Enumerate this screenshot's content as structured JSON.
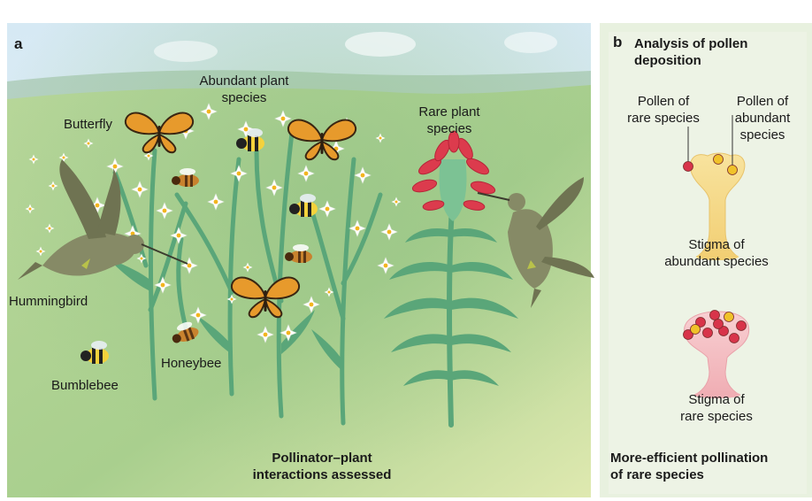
{
  "panel_a": {
    "letter": "a",
    "labels": {
      "butterfly": "Butterfly",
      "abundant_line1": "Abundant plant",
      "abundant_line2": "species",
      "rare_line1": "Rare plant",
      "rare_line2": "species",
      "hummingbird": "Hummingbird",
      "bumblebee": "Bumblebee",
      "honeybee": "Honeybee"
    },
    "caption_line1": "Pollinator–plant",
    "caption_line2": "interactions assessed"
  },
  "panel_b": {
    "letter": "b",
    "title_line1": "Analysis of pollen",
    "title_line2": "deposition",
    "pollen_rare_line1": "Pollen of",
    "pollen_rare_line2": "rare species",
    "pollen_abundant_line1": "Pollen of",
    "pollen_abundant_line2": "abundant",
    "pollen_abundant_line3": "species",
    "stigma_abundant_line1": "Stigma of",
    "stigma_abundant_line2": "abundant species",
    "stigma_rare_line1": "Stigma of",
    "stigma_rare_line2": "rare species",
    "caption_line1": "More-efficient pollination",
    "caption_line2": "of rare species"
  },
  "colors": {
    "pollen_rare": "#d8344a",
    "pollen_abundant": "#f0c22a",
    "stem": "#5aa679",
    "stigma_abundant": "#f6dd92",
    "stigma_rare": "#f6c4c8",
    "butterfly_orange": "#e79a2c",
    "hummingbird": "#868a66",
    "rare_flower_red": "#dc3b4d"
  }
}
